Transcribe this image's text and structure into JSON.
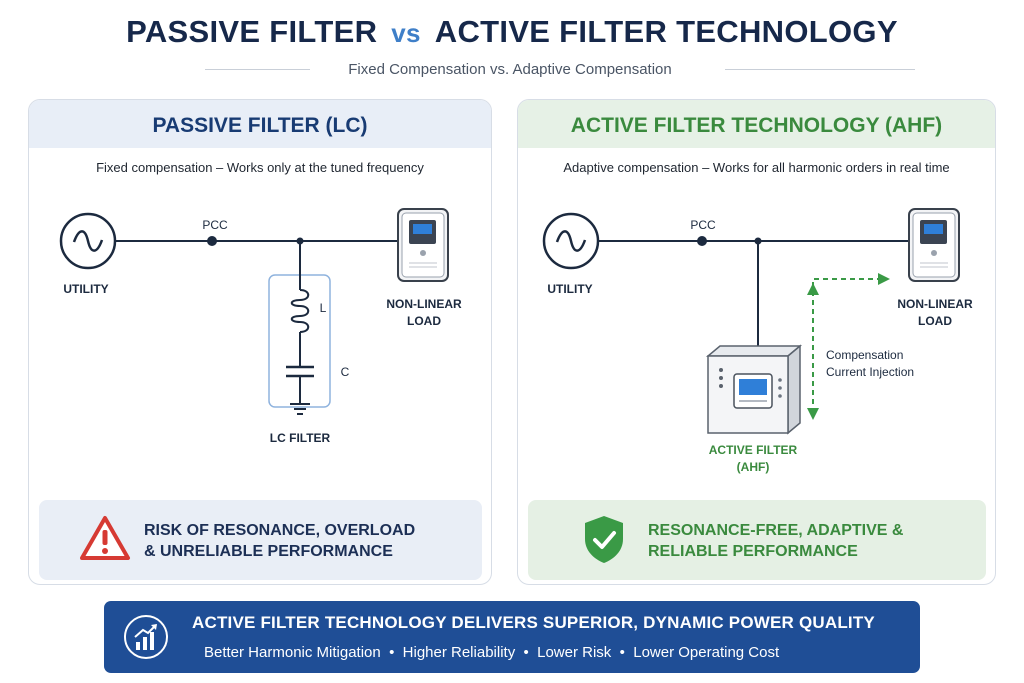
{
  "header": {
    "title_left": "PASSIVE FILTER",
    "title_vs": "vs",
    "title_right": "ACTIVE FILTER TECHNOLOGY",
    "subtitle": "Fixed Compensation vs. Adaptive Compensation"
  },
  "passive": {
    "title": "PASSIVE FILTER (LC)",
    "description": "Fixed compensation – Works only at the tuned frequency",
    "utility_label": "UTILITY",
    "pcc_label": "PCC",
    "load_label_line1": "NON-LINEAR",
    "load_label_line2": "LOAD",
    "inductor_label": "L",
    "capacitor_label": "C",
    "filter_label": "LC FILTER",
    "status_line1": "RISK OF RESONANCE, OVERLOAD",
    "status_line2": "& UNRELIABLE PERFORMANCE"
  },
  "active": {
    "title": "ACTIVE FILTER TECHNOLOGY (AHF)",
    "description": "Adaptive compensation – Works for all harmonic orders in real time",
    "utility_label": "UTILITY",
    "pcc_label": "PCC",
    "load_label_line1": "NON-LINEAR",
    "load_label_line2": "LOAD",
    "injection_line1": "Compensation",
    "injection_line2": "Current Injection",
    "ahf_label_line1": "ACTIVE FILTER",
    "ahf_label_line2": "(AHF)",
    "status_line1": "RESONANCE-FREE, ADAPTIVE &",
    "status_line2": "RELIABLE PERFORMANCE"
  },
  "banner": {
    "title": "ACTIVE FILTER TECHNOLOGY DELIVERS SUPERIOR, DYNAMIC POWER QUALITY",
    "benefits": "Better Harmonic Mitigation  •  Higher Reliability  •  Lower Risk  •  Lower Operating Cost"
  },
  "colors": {
    "navy": "#16284a",
    "accent_blue": "#3f7fc8",
    "green": "#3a8a3e",
    "warning_red": "#d63a33",
    "banner_blue": "#1f4e96"
  },
  "icons": {
    "utility": "ac-source-icon",
    "load": "drive-cabinet-icon",
    "warning": "warning-triangle-icon",
    "shield": "shield-check-icon",
    "growth": "growth-chart-icon"
  }
}
